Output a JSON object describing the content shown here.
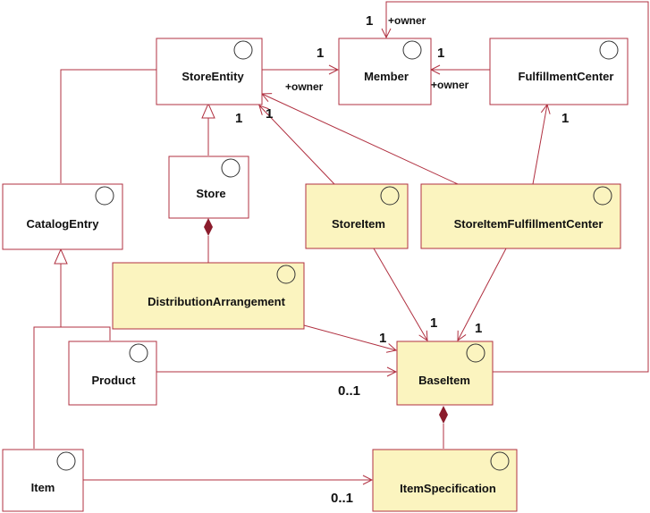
{
  "colors": {
    "line": "#b03040",
    "box_fill_plain": "#ffffff",
    "box_fill_highlight": "#fbf4bf",
    "diamond": "#8b1c2c"
  },
  "entities": [
    {
      "id": "store-entity",
      "name": "StoreEntity",
      "highlight": false
    },
    {
      "id": "member",
      "name": "Member",
      "highlight": false
    },
    {
      "id": "fulfillment-center",
      "name": "FulfillmentCenter",
      "highlight": false
    },
    {
      "id": "store",
      "name": "Store",
      "highlight": false
    },
    {
      "id": "catalog-entry",
      "name": "CatalogEntry",
      "highlight": false
    },
    {
      "id": "store-item",
      "name": "StoreItem",
      "highlight": true
    },
    {
      "id": "store-item-fulfillment-center",
      "name": "StoreItemFulfillmentCenter",
      "highlight": true
    },
    {
      "id": "distribution-arrangement",
      "name": "DistributionArrangement",
      "highlight": true
    },
    {
      "id": "product",
      "name": "Product",
      "highlight": false
    },
    {
      "id": "base-item",
      "name": "BaseItem",
      "highlight": true
    },
    {
      "id": "item",
      "name": "Item",
      "highlight": false
    },
    {
      "id": "item-specification",
      "name": "ItemSpecification",
      "highlight": true
    }
  ],
  "labels": {
    "storeentity_member_mult": "1",
    "storeentity_member_role": "+owner",
    "fulfillment_member_mult": "1",
    "fulfillment_member_role": "+owner",
    "baseitem_member_mult": "1",
    "baseitem_member_role": "+owner",
    "storeitem_storeentity_mult": "1",
    "sifc_storeentity_mult": "1",
    "sifc_fulfillment_mult": "1",
    "storeitem_baseitem_mult": "1",
    "sifc_baseitem_mult": "1",
    "distribution_baseitem_mult": "1",
    "product_baseitem_mult": "0..1",
    "item_itemspec_mult": "0..1"
  }
}
